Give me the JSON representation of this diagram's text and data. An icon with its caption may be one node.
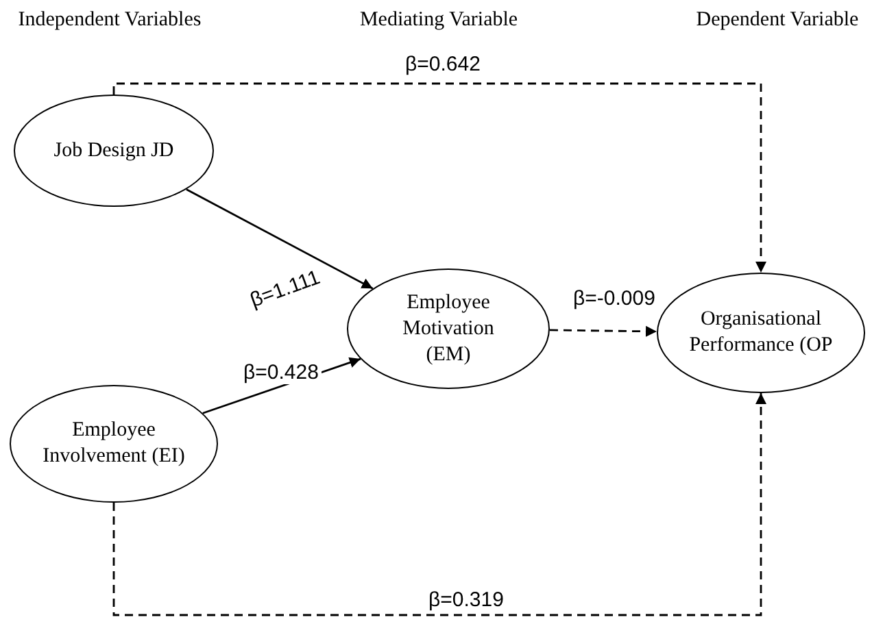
{
  "diagram": {
    "nodes": [
      {
        "text": [
          "Job Design JD"
        ]
      },
      {
        "text": [
          "Employee Motivation (EM)"
        ]
      },
      {
        "text": [
          "Organisational Performance (OP"
        ]
      },
      {
        "text": [
          "Employee Involvement (EI)"
        ]
      }
    ],
    "edges": [
      {
        "from": 0,
        "to": 2,
        "arrow": "to",
        "label": "β=0.642",
        "style": "dashed"
      },
      {
        "from": 0,
        "to": 1,
        "arrow": "to",
        "label": "β=1.111"
      },
      {
        "from": 1,
        "to": 2,
        "arrow": "to",
        "label": "β=-0.009",
        "style": "dashed"
      },
      {
        "from": 3,
        "to": 1,
        "arrow": "to",
        "label": "β=0.428"
      },
      {
        "from": 3,
        "to": 2,
        "arrow": "to",
        "label": "β=0.319",
        "style": "dashed"
      }
    ],
    "labels": [
      "Independent Variables",
      "Mediating Variable",
      "Dependent Variable"
    ]
  }
}
